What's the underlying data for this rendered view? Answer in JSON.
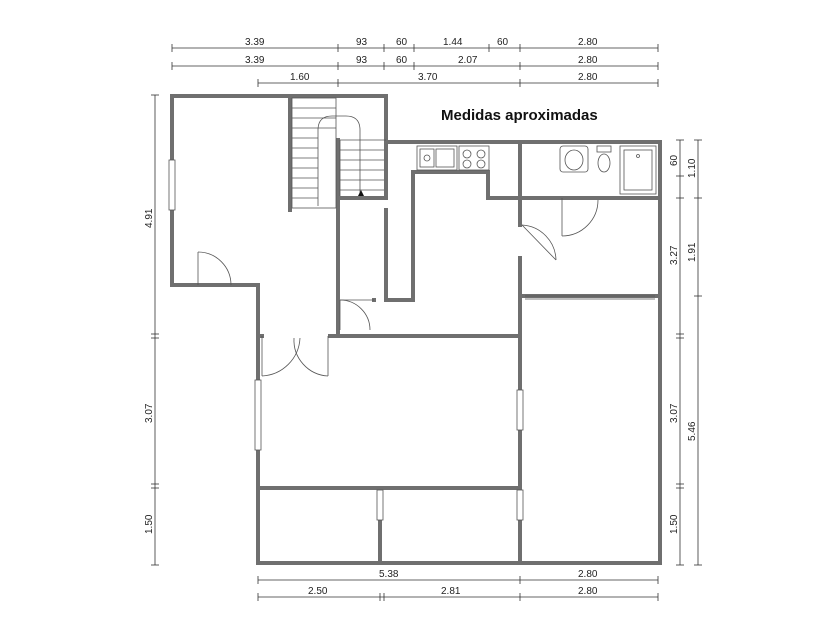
{
  "title": "Medidas aproximadas",
  "dimensions": {
    "top_row_1": [
      "3.39",
      "93",
      "60",
      "1.44",
      "60",
      "2.80"
    ],
    "top_row_2": [
      "3.39",
      "93",
      "60",
      "2.07",
      "2.80"
    ],
    "top_row_3": [
      "1.60",
      "3.70",
      "2.80"
    ],
    "left_col": [
      "4.91",
      "3.07",
      "1.50"
    ],
    "right_inner": [
      "60",
      "3.27",
      "3.07",
      "1.50"
    ],
    "right_outer": [
      "1.10",
      "1.91",
      "5.46"
    ],
    "bottom_row_1": [
      "5.38",
      "2.80"
    ],
    "bottom_row_2": [
      "2.50",
      "2.81",
      "2.80"
    ]
  },
  "colors": {
    "wall": "#6f6f6f",
    "line": "#333333"
  }
}
